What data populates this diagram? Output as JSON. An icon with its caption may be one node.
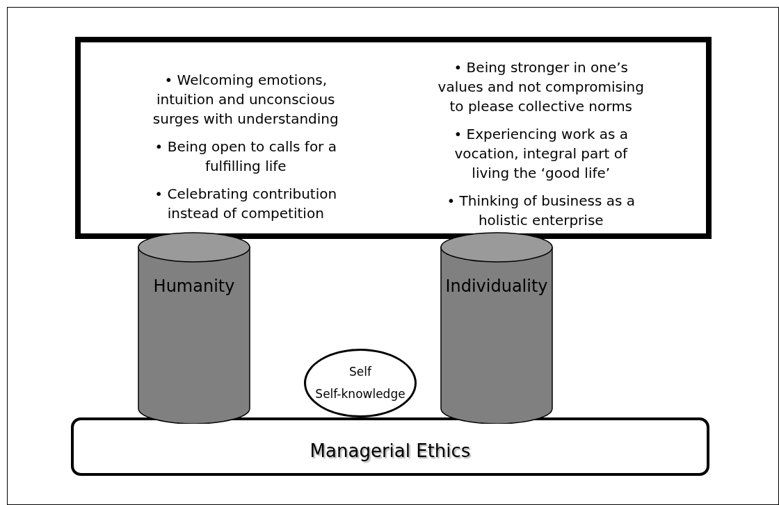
{
  "diagram": {
    "nodes": [
      {
        "text": [
          "• Welcoming emotions, intuition and unconscious surges with understanding",
          "• Being open to calls for a fulfilling life",
          "• Celebrating contribution instead of competition",
          "• Being stronger in one’s values and not compromising to please collective norms",
          "• Experiencing work as a vocation, integral part of living the ‘good life’",
          "• Thinking of business as a holistic enterprise"
        ]
      },
      {
        "text": [
          "Managerial Ethics"
        ]
      },
      {
        "text": [
          "Self",
          "Self-knowledge"
        ]
      },
      {
        "text": [
          "Humanity"
        ]
      },
      {
        "text": [
          "Individuality"
        ]
      }
    ]
  }
}
